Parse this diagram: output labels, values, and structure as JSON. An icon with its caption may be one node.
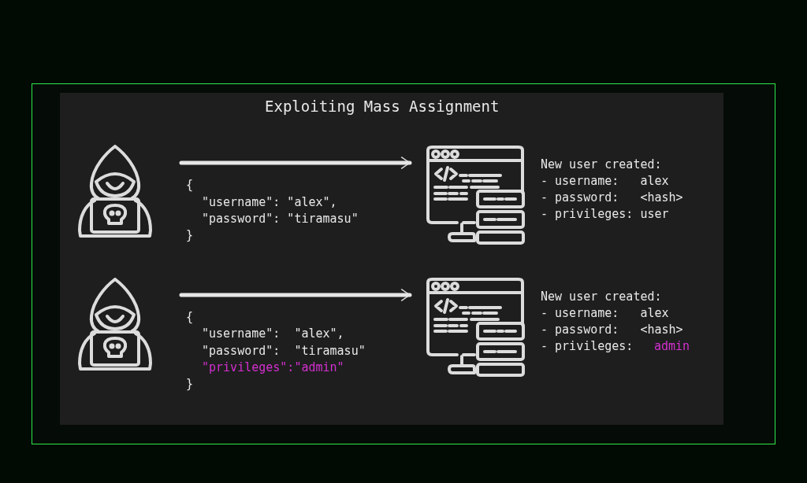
{
  "diagram": {
    "title": "Exploiting Mass Assignment",
    "nodes": [
      {
        "text": [],
        "shape": "person"
      },
      {
        "text": [],
        "shape": "picture"
      },
      {
        "text": [],
        "shape": "person"
      },
      {
        "text": [],
        "shape": "picture"
      }
    ],
    "edges": [
      {
        "from": 0,
        "to": 1,
        "arrow": "to"
      },
      {
        "from": 2,
        "to": 3,
        "arrow": "to"
      }
    ],
    "labels": [
      "{",
      "\"username\": \"alex\",",
      "\"password\": \"tiramasu\"",
      "}",
      "New user created:",
      "- username:   alex",
      "- password:   <hash>",
      "- privileges: user",
      "{",
      "\"username\":  \"alex\",",
      "\"password\":  \"tiramasu\"",
      "\"privileges\":\"admin\"",
      "}",
      "New user created:",
      "- username:   alex",
      "- password:   <hash>",
      "- privileges:",
      "admin"
    ]
  }
}
